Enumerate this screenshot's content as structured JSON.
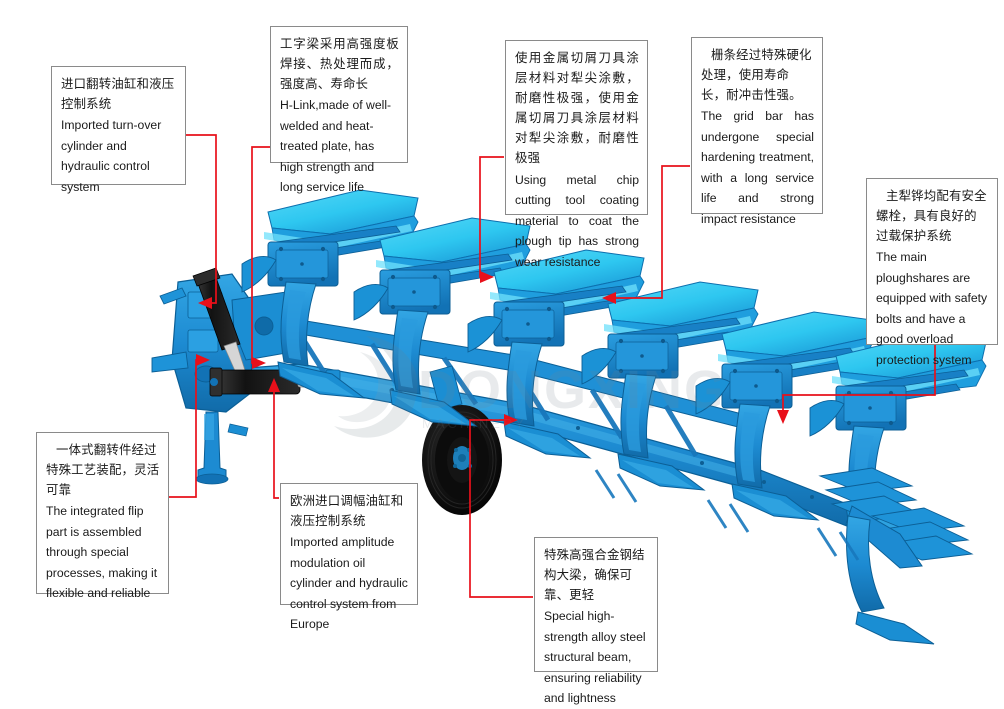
{
  "meta": {
    "figure_title": "Reversible plough technical feature diagram",
    "watermark_text": "DONGXING",
    "leader_color": "#e8101a",
    "box_border_color": "#8a8a8a",
    "text_color": "#1a1a1a",
    "plough_colors": {
      "mouldboard_light": "#2ec7f0",
      "body_blue": "#1b8fd6",
      "frame_blue": "#1d87cf",
      "dark_blue": "#1266a5",
      "black_parts": "#111111",
      "background": "#ffffff"
    },
    "furrow_count": 6
  },
  "callouts": [
    {
      "id": "turn-over-cylinder",
      "cn": "进口翻转油缸和液压控制系统",
      "en": "Imported turn-over cylinder and hydraulic control system"
    },
    {
      "id": "h-link-beam",
      "cn": "工字梁采用高强度板焊接、热处理而成，强度高、寿命长",
      "en": "H-Link,made of well-welded and heat-treated plate, has high strength and long service life"
    },
    {
      "id": "plough-tip-coating",
      "cn": "使用金属切屑刀具涂层材料对犁尖涂敷，耐磨性极强，使用金属切屑刀具涂层材料对犁尖涂敷，耐磨性极强",
      "en": "Using metal chip cutting tool coating material to coat the plough tip has strong wear resistance"
    },
    {
      "id": "grid-bar-hardening",
      "cn": "栅条经过特殊硬化处理，使用寿命长，耐冲击性强。",
      "en": "The grid bar has undergone special hardening treatment, with a long service life and strong impact resistance"
    },
    {
      "id": "safety-bolt-protection",
      "cn": "主犁铧均配有安全螺栓，具有良好的过载保护系统",
      "en": "The main ploughshares are equipped with safety bolts and have a good overload protection system"
    },
    {
      "id": "integrated-flip-part",
      "cn": "一体式翻转件经过特殊工艺装配，灵活可靠",
      "en": "The integrated flip part is assembled through special processes, making it flexible and reliable"
    },
    {
      "id": "amplitude-modulation-cylinder",
      "cn": "欧洲进口调幅油缸和液压控制系统",
      "en": "Imported amplitude modulation oil cylinder and hydraulic control system from Europe"
    },
    {
      "id": "alloy-steel-beam",
      "cn": "特殊高强合金钢结构大梁，确保可靠、更轻",
      "en": "Special high-strength alloy steel structural beam, ensuring reliability and lightness"
    }
  ]
}
